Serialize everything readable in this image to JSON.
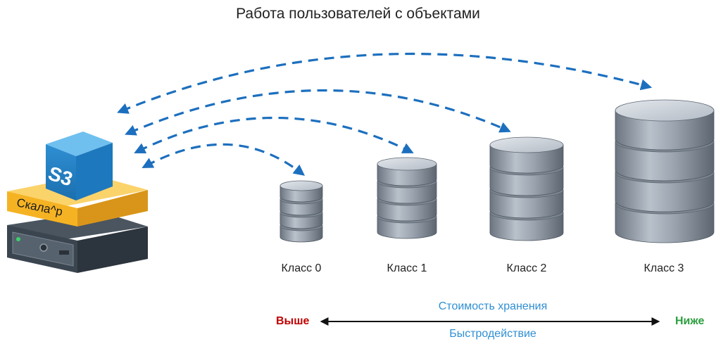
{
  "title": "Работа пользователей с объектами",
  "product": {
    "cube_label": "S3",
    "layer_label": "Скала^р"
  },
  "classes": [
    {
      "label": "Класс 0"
    },
    {
      "label": "Класс 1"
    },
    {
      "label": "Класс 2"
    },
    {
      "label": "Класс 3"
    }
  ],
  "scale": {
    "top_label": "Стоимость хранения",
    "bottom_label": "Быстродействие",
    "left_label": "Выше",
    "right_label": "Ниже"
  },
  "colors": {
    "arrow": "#1c6fbe",
    "accent_blue": "#2f8fd3",
    "left_end": "#c00000",
    "right_end": "#2c9e3f",
    "layer": "#f5b323",
    "text": "#222222"
  }
}
